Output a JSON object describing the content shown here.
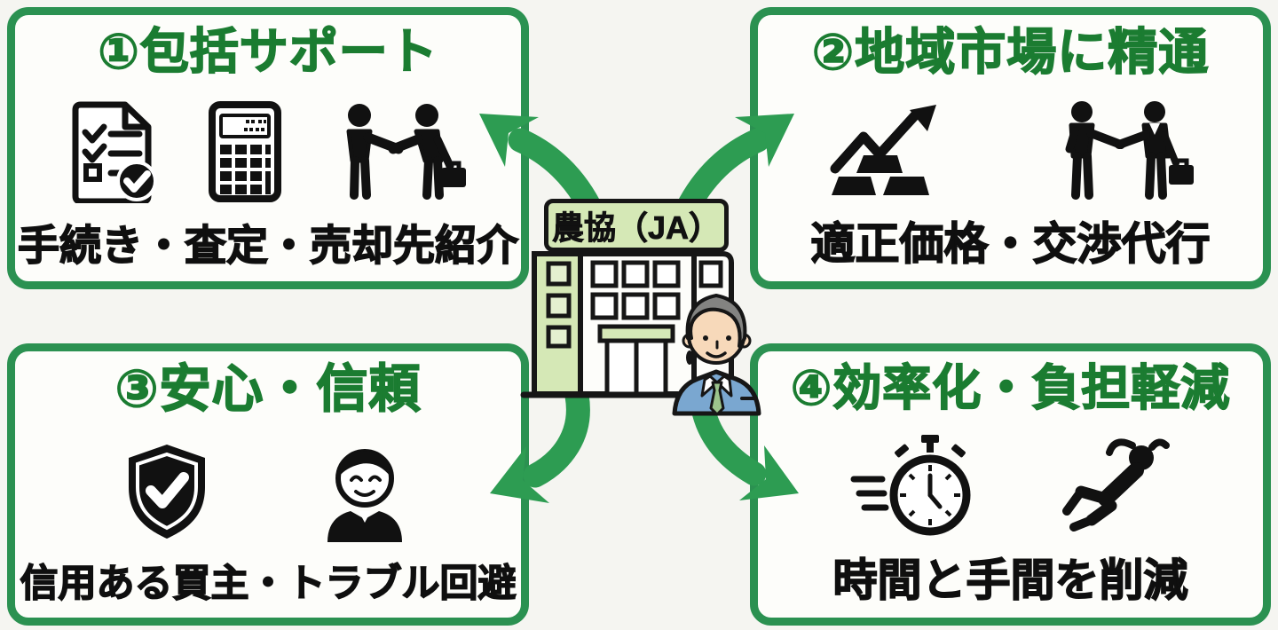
{
  "center": {
    "sign_label": "農協（JA）",
    "icons": [
      "ja-building-icon",
      "businessman-icon"
    ],
    "arrow_directions": [
      "up-left",
      "up-right",
      "down-left",
      "down-right"
    ]
  },
  "boxes": [
    {
      "title": "①包括サポート",
      "caption": "手続き・査定・売却先紹介",
      "icons": [
        "checklist-document-icon",
        "calculator-icon",
        "handshake-icon"
      ]
    },
    {
      "title": "②地域市場に精通",
      "caption": "適正価格・交渉代行",
      "icons": [
        "market-growth-icon",
        "business-handshake-icon"
      ]
    },
    {
      "title": "③安心・信頼",
      "caption": "信用ある買主・トラブル回避",
      "icons": [
        "shield-check-icon",
        "smiling-person-icon"
      ]
    },
    {
      "title": "④効率化・負担軽減",
      "caption": "時間と手間を削減",
      "icons": [
        "speed-stopwatch-icon",
        "relaxing-person-icon"
      ]
    }
  ],
  "colors": {
    "box_border_green": "#2b9151",
    "title_green": "#1b7c31",
    "arrow_green": "#2d9c52",
    "icon_black": "#111111",
    "sign_green": "#d5e8b6",
    "suit_blue": "#7aa7d0",
    "tie_green": "#9cc48c",
    "skin": "#f7d9ba",
    "hair_gray": "#838381",
    "background": "#f5f5f1",
    "box_background": "#fdfdfa"
  }
}
